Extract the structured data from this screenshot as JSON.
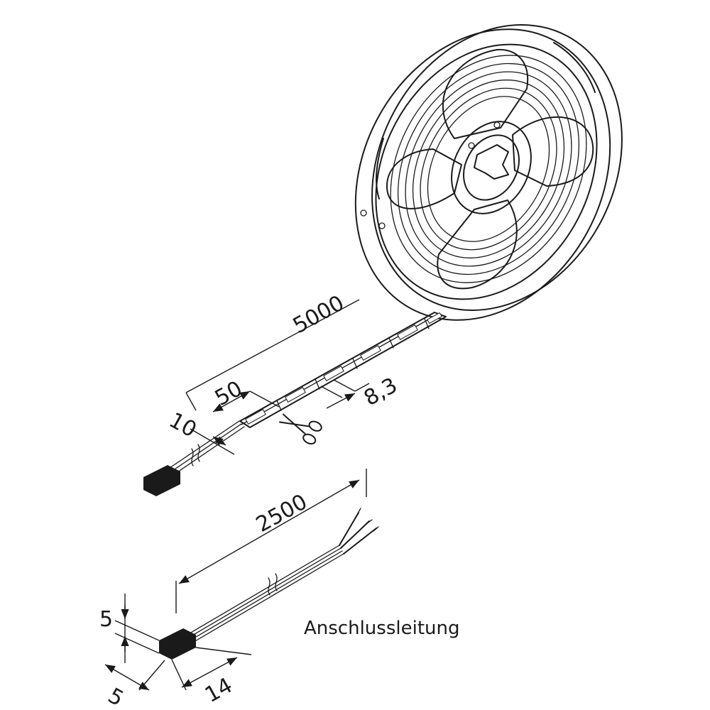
{
  "dimensions": {
    "strip_length": "5000",
    "segment_length": "50",
    "strip_width": "10",
    "led_pitch": "8,3",
    "cable_length": "2500",
    "connector_height": "5",
    "connector_depth": "5",
    "connector_width": "14"
  },
  "labels": {
    "cable": "Anschlussleitung"
  },
  "icons": {
    "cut_marker": "scissors-icon"
  }
}
